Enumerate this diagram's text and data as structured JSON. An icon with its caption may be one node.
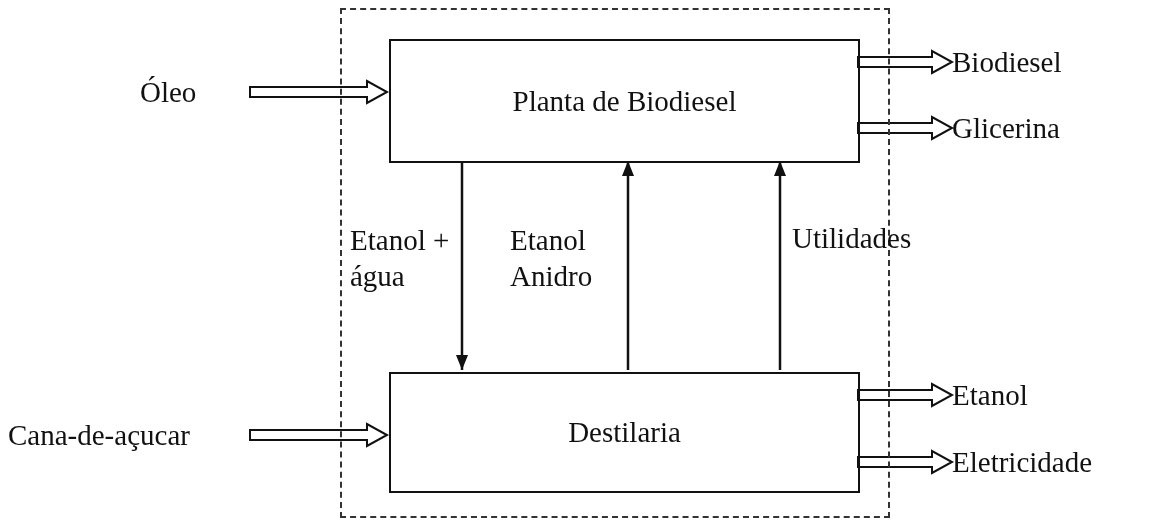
{
  "diagram": {
    "nodes": [
      {
        "text": [],
        "shape": "box"
      },
      {
        "text": [
          "Planta de Biodiesel"
        ],
        "in": 0
      },
      {
        "text": [
          "Destilaria"
        ],
        "in": 0
      },
      {
        "text": [
          "Óleo"
        ]
      },
      {
        "text": [
          "Cana-de-açucar"
        ]
      },
      {
        "text": [
          "Biodiesel"
        ]
      },
      {
        "text": [
          "Glicerina"
        ]
      },
      {
        "text": [
          "Etanol"
        ]
      },
      {
        "text": [
          "Eletricidade"
        ]
      }
    ],
    "edges": [
      {
        "from": 3,
        "to": 1,
        "arrow": "to",
        "style": "thick"
      },
      {
        "from": 1,
        "to": 5,
        "arrow": "to",
        "style": "thick"
      },
      {
        "from": 1,
        "to": 6,
        "arrow": "to",
        "style": "thick"
      },
      {
        "from": 1,
        "to": 2,
        "arrow": "to",
        "label": "Etanol + água"
      },
      {
        "from": 2,
        "to": 1,
        "arrow": "to",
        "label": "Etanol Anidro"
      },
      {
        "from": 2,
        "to": 1,
        "arrow": "to",
        "label": "Utilidades"
      },
      {
        "from": 4,
        "to": 2,
        "arrow": "to",
        "style": "thick"
      },
      {
        "from": 2,
        "to": 7,
        "arrow": "to",
        "style": "thick"
      },
      {
        "from": 2,
        "to": 8,
        "arrow": "to",
        "style": "thick"
      }
    ]
  }
}
